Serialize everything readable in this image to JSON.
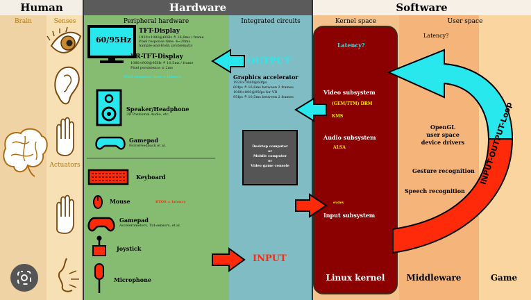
{
  "headers": {
    "human": "Human",
    "hardware": "Hardware",
    "software": "Software"
  },
  "subheaders": {
    "brain": "Brain",
    "senses": "Senses",
    "peripheral": "Peripheral hardware",
    "integrated": "Integrated circuits",
    "kernel_space": "Kernel space",
    "user_space": "User space",
    "actuators": "Actuators"
  },
  "monitor": {
    "label": "60/95Hz"
  },
  "tft": {
    "title": "TFT-Display",
    "specs": [
      "1920×1080@60Hz ≙ 16,6ms / frame",
      "Pixel response time: 4~20ms",
      "Sample-and-Hold, problematic"
    ]
  },
  "vr": {
    "title": "VR-TFT-Display",
    "specs": [
      "1080×800@95Hz ≙ 10,5ms / frame",
      "Pixel persistence ≤ 2ms"
    ],
    "note": "Pixel response time + latency"
  },
  "speaker": {
    "title": "Speaker/Headphone",
    "spec": "3D Positional Audio, etc"
  },
  "gamepad_out": {
    "title": "Gamepad",
    "spec": "ForceFeedback et al."
  },
  "keyboard": {
    "title": "Keyboard"
  },
  "mouse": {
    "title": "Mouse",
    "note": "RTOS = latency"
  },
  "gamepad_in": {
    "title": "Gamepad",
    "spec": "Accelerometers, Tilt-sensors, et al."
  },
  "joystick": {
    "title": "Joystick"
  },
  "microphone": {
    "title": "Microphone"
  },
  "output_label": "OUTPUT",
  "input_label": "INPUT",
  "gpu": {
    "title": "Graphics accelerator",
    "specs": [
      "1920×1080@60fps",
      "60fps ≙ 16,6ms between 2 frames",
      "1080×800@95fps for VR",
      "95fps ≙ 10,5ms between 2 frames"
    ]
  },
  "computer_box": [
    "Desktop computer",
    "or",
    "Mobile computer",
    "or",
    "Video game console"
  ],
  "kernel": {
    "latency": "Latency?",
    "video": "Video subsystem",
    "drm": "(GEM/TTM) DRM",
    "kms": "KMS",
    "audio": "Audio subsystem",
    "alsa": "ALSA",
    "evdev": "evdev",
    "input": "Input subsystem",
    "name": "Linux kernel"
  },
  "userspace": {
    "latency": "Latency?",
    "opengl": [
      "OpenGL",
      "user space",
      "device drivers"
    ],
    "gesture": "Gesture recognition",
    "speech": "Speech recognition",
    "loop": "INPUT-OUTPUT-Loop"
  },
  "middleware": "Middleware",
  "game": "Game",
  "colors": {
    "human": "#efd3a4",
    "hardware": "#86bc72",
    "ic": "#7fbcc4",
    "software": "#f6c28b",
    "kernel": "#8b0000",
    "cyan": "#28e8ee",
    "red": "#ff2a0a"
  }
}
